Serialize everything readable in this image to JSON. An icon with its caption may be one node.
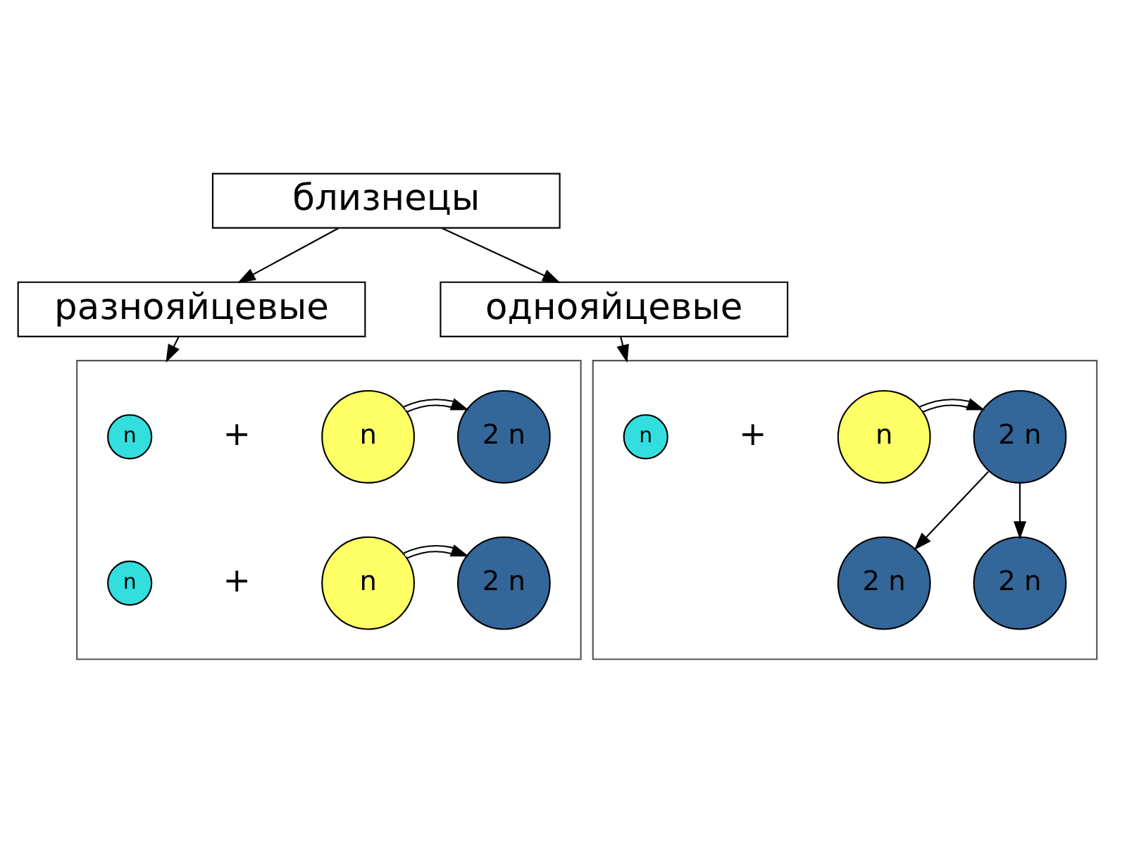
{
  "diagram": {
    "nodes": [
      {
        "text": [
          "близнецы"
        ]
      },
      {
        "text": [
          "разнояйцевые"
        ]
      },
      {
        "text": [
          "однояйцевые"
        ]
      },
      {
        "text": [],
        "shape": "box"
      },
      {
        "text": [],
        "shape": "box"
      },
      {
        "text": [
          "n"
        ],
        "in": 3
      },
      {
        "text": [
          "n"
        ],
        "in": 3
      },
      {
        "text": [
          "2 n"
        ],
        "in": 3
      },
      {
        "text": [
          "n"
        ],
        "in": 3
      },
      {
        "text": [
          "n"
        ],
        "in": 3
      },
      {
        "text": [
          "2 n"
        ],
        "in": 3
      },
      {
        "text": [
          "n"
        ],
        "in": 4
      },
      {
        "text": [
          "n"
        ],
        "in": 4
      },
      {
        "text": [
          "2 n"
        ],
        "in": 4
      },
      {
        "text": [
          "2 n"
        ],
        "in": 4
      },
      {
        "text": [
          "2 n"
        ],
        "in": 4
      }
    ],
    "edges": [
      {
        "from": 0,
        "to": 1,
        "arrow": "to"
      },
      {
        "from": 0,
        "to": 2,
        "arrow": "to"
      },
      {
        "from": 1,
        "to": 3,
        "arrow": "to"
      },
      {
        "from": 2,
        "to": 4,
        "arrow": "to"
      },
      {
        "from": 6,
        "to": 7,
        "arrow": "to"
      },
      {
        "from": 9,
        "to": 10,
        "arrow": "to"
      },
      {
        "from": 12,
        "to": 13,
        "arrow": "to"
      },
      {
        "from": 13,
        "to": 14,
        "arrow": "to"
      },
      {
        "from": 13,
        "to": 15,
        "arrow": "to"
      }
    ],
    "labels": [
      "+",
      "+",
      "+"
    ]
  }
}
